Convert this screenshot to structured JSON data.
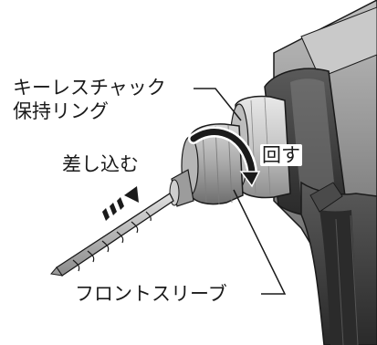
{
  "labels": {
    "keyless_chuck_line1": "キーレスチャック",
    "keyless_chuck_line2": "保持リング",
    "insert": "差し込む",
    "rotate": "回す",
    "front_sleeve": "フロントスリーブ"
  },
  "colors": {
    "outline": "#1a1a1a",
    "body_dark": "#3a3a3a",
    "body_mid": "#8c8c8c",
    "body_light": "#d4d4d4",
    "background": "#ffffff"
  },
  "icons": {
    "rotate_arrow": "curved-arrow-icon",
    "insert_arrow": "insert-arrow-icon"
  }
}
